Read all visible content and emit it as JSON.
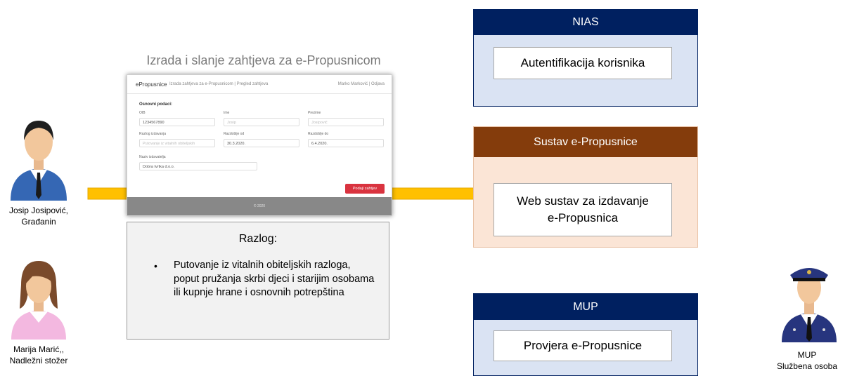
{
  "actors": [
    {
      "name_line1": "Josip Josipović,",
      "name_line2": "Građanin"
    },
    {
      "name_line1": "Marija Marić,,",
      "name_line2": "Nadležni stožer"
    },
    {
      "name_line1": "MUP",
      "name_line2": "Službena osoba"
    }
  ],
  "mockup": {
    "title": "Izrada i slanje zahtjeva za e-Propusnicom",
    "brand": "ePropusnice",
    "nav_links": "Izrada zahtjeva za e-Propusnicom  |  Pregled zahtjeva",
    "user": "Marko Marković  |  Odjava",
    "section": "Osnovni podaci:",
    "fields": {
      "oib_label": "OIB",
      "oib_value": "1234567890",
      "ime_label": "Ime",
      "ime_value": "Josip",
      "prezime_label": "Prezime",
      "prezime_value": "Josipović",
      "razlog_label": "Razlog izdavanja",
      "razlog_value": "Putovanje iz vitalnih obiteljskih",
      "od_label": "Razdoblje od",
      "od_value": "30.3.2020.",
      "do_label": "Razdoblje do",
      "do_value": "6.4.2020.",
      "naziv_label": "Naziv izdavatelja",
      "naziv_value": "Dobra tvrtka d.o.o."
    },
    "submit": "Podaji zahtjev",
    "footer": "© 2020"
  },
  "razlog": {
    "title": "Razlog:",
    "bullet": "•",
    "text": "Putovanje iz vitalnih obiteljskih razloga, poput pružanja skrbi djeci i starijim osobama ili kupnje hrane i osnovnih potrepština"
  },
  "systems": {
    "nias": {
      "header": "NIAS",
      "inner": "Autentifikacija korisnika"
    },
    "sustav": {
      "header": "Sustav e-Propusnice",
      "inner_line1": "Web sustav za izdavanje",
      "inner_line2": "e-Propusnica"
    },
    "mup": {
      "header": "MUP",
      "inner": "Provjera e-Propusnice"
    }
  },
  "colors": {
    "navy": "#002060",
    "panel_blue": "#dae3f3",
    "brown": "#843c0c",
    "panel_peach": "#fbe5d6",
    "arrow": "#ffc000",
    "mock_button": "#d9333f"
  }
}
